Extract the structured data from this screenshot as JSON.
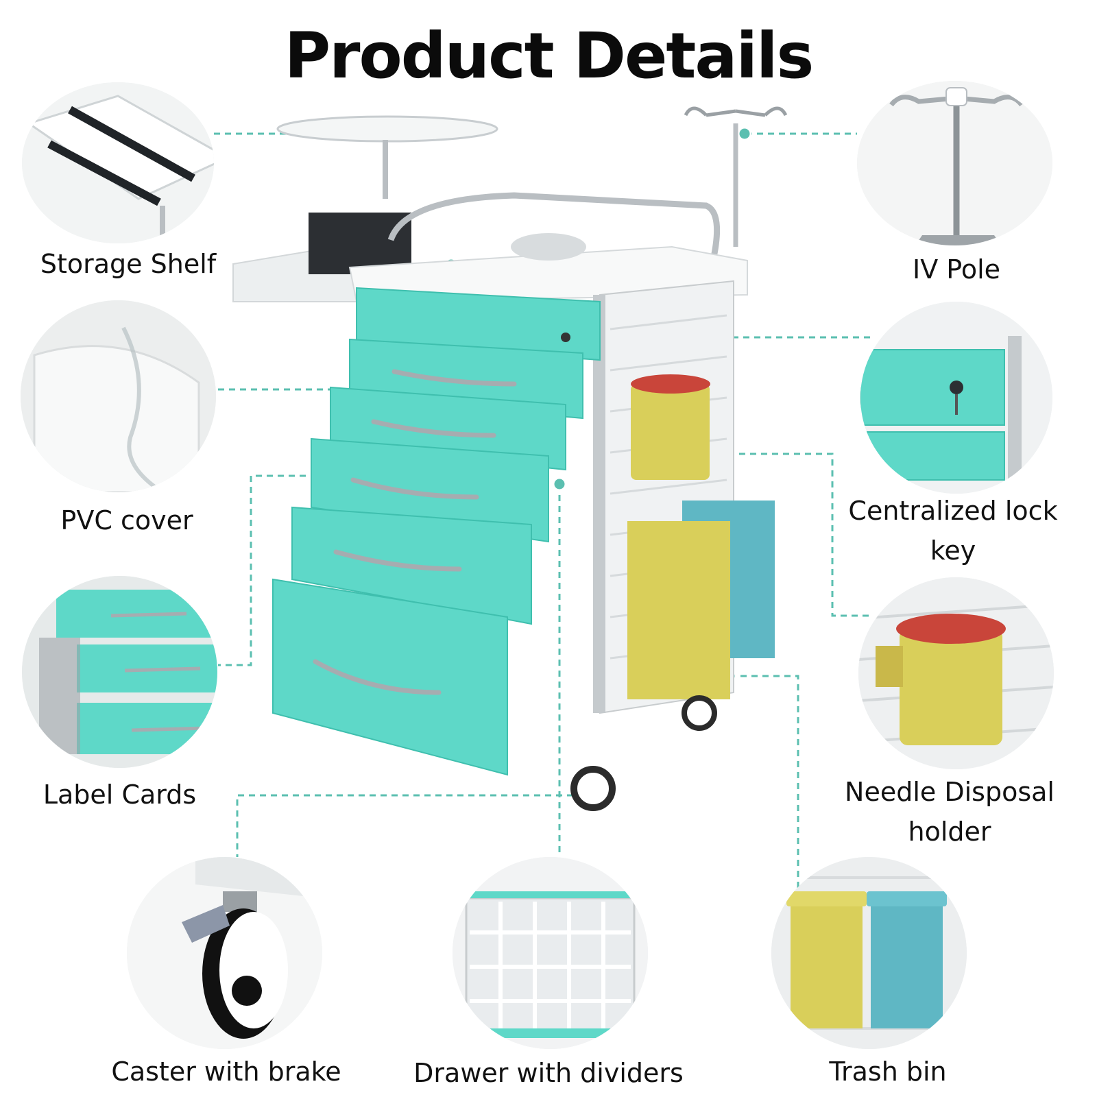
{
  "title": "Product Details",
  "labels": {
    "storage_shelf": "Storage Shelf",
    "pvc_cover": "PVC cover",
    "label_cards": "Label Cards",
    "iv_pole": "IV Pole",
    "centralized_lock_line1": "Centralized lock",
    "centralized_lock_line2": "key",
    "needle_disposal_line1": "Needle Disposal",
    "needle_disposal_line2": "holder",
    "caster": "Caster with brake",
    "drawer_dividers": "Drawer with dividers",
    "trash_bin": "Trash bin"
  },
  "colors": {
    "teal": "#5ed8c8",
    "teal_dark": "#3fbfae",
    "callout": "#5bbfb0",
    "yellow": "#d9cf5a",
    "blue_bin": "#5fb7c4",
    "red_lid": "#c9453a",
    "steel": "#b9bec2"
  }
}
